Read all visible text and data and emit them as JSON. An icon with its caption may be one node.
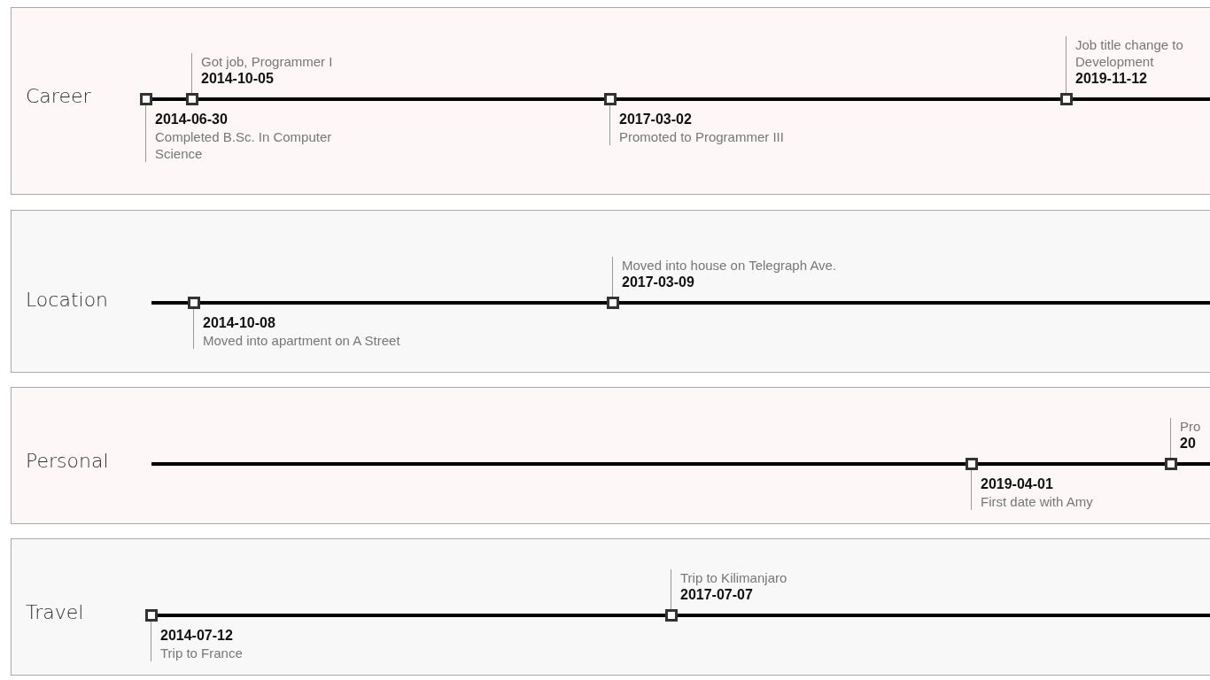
{
  "diagram": {
    "nodes": [
      {
        "text": [
          "Career"
        ]
      },
      {
        "text": [],
        "shape": "box",
        "beside": [
          "2014-06-30",
          "Completed B.Sc. In Computer Science"
        ],
        "in": 0
      },
      {
        "text": [],
        "shape": "box",
        "beside": [
          "Got job, Programmer I",
          "2014-10-05"
        ],
        "in": 0
      },
      {
        "text": [],
        "shape": "box",
        "beside": [
          "2017-03-02",
          "Promoted to Programmer III"
        ],
        "in": 0
      },
      {
        "text": [],
        "shape": "box",
        "beside": [
          "Job title change to Development",
          "2019-11-12"
        ],
        "in": 0
      },
      {
        "text": [
          "Location"
        ]
      },
      {
        "text": [],
        "shape": "box",
        "beside": [
          "2014-10-08",
          "Moved into apartment on A Street"
        ],
        "in": 5
      },
      {
        "text": [],
        "shape": "box",
        "beside": [
          "Moved into house on Telegraph Ave.",
          "2017-03-09"
        ],
        "in": 5
      },
      {
        "text": [
          "Personal"
        ]
      },
      {
        "text": [],
        "shape": "box",
        "beside": [
          "2019-04-01",
          "First date with Amy"
        ],
        "in": 8
      },
      {
        "text": [],
        "shape": "box",
        "beside": [
          "Pro",
          "20"
        ],
        "in": 8
      },
      {
        "text": [
          "Travel"
        ]
      },
      {
        "text": [],
        "shape": "box",
        "beside": [
          "2014-07-12",
          "Trip to France"
        ],
        "in": 11
      },
      {
        "text": [],
        "shape": "box",
        "beside": [
          "Trip to Kilimanjaro",
          "2017-07-07"
        ],
        "in": 11
      }
    ],
    "edges": [
      {
        "from": 1,
        "to": 2,
        "arrow": "none"
      },
      {
        "from": 2,
        "to": 3,
        "arrow": "none"
      },
      {
        "from": 3,
        "to": 4,
        "arrow": "none"
      },
      {
        "from": 6,
        "to": 7,
        "arrow": "none"
      },
      {
        "from": 9,
        "to": 10,
        "arrow": "none"
      },
      {
        "from": 12,
        "to": 13,
        "arrow": "none"
      }
    ]
  }
}
